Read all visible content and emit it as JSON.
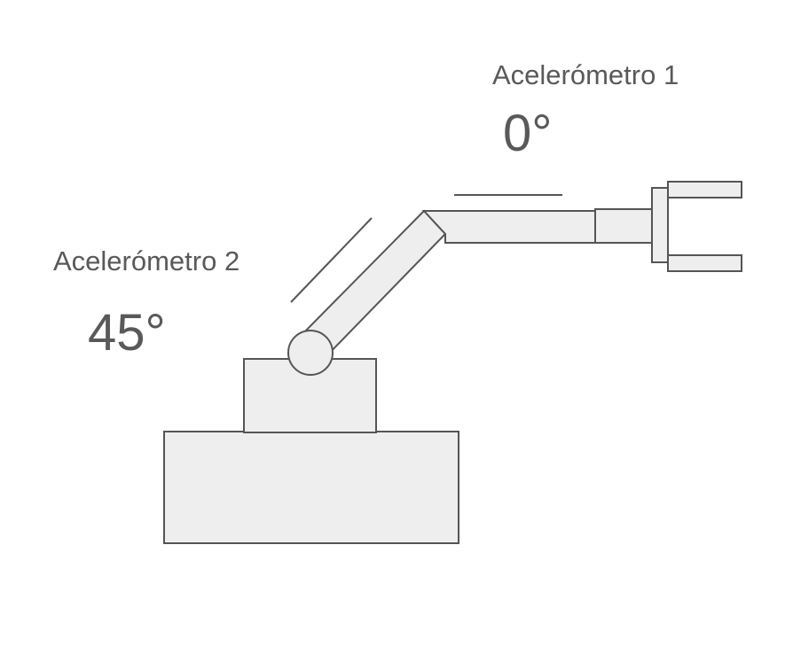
{
  "colors": {
    "part_fill": "#eeeeee",
    "outline": "#555555",
    "text": "#595959",
    "background": "#ffffff"
  },
  "sensors": [
    {
      "name": "Acelerómetro 1",
      "angle": "0°"
    },
    {
      "name": "Acelerómetro 2",
      "angle": "45°"
    }
  ]
}
